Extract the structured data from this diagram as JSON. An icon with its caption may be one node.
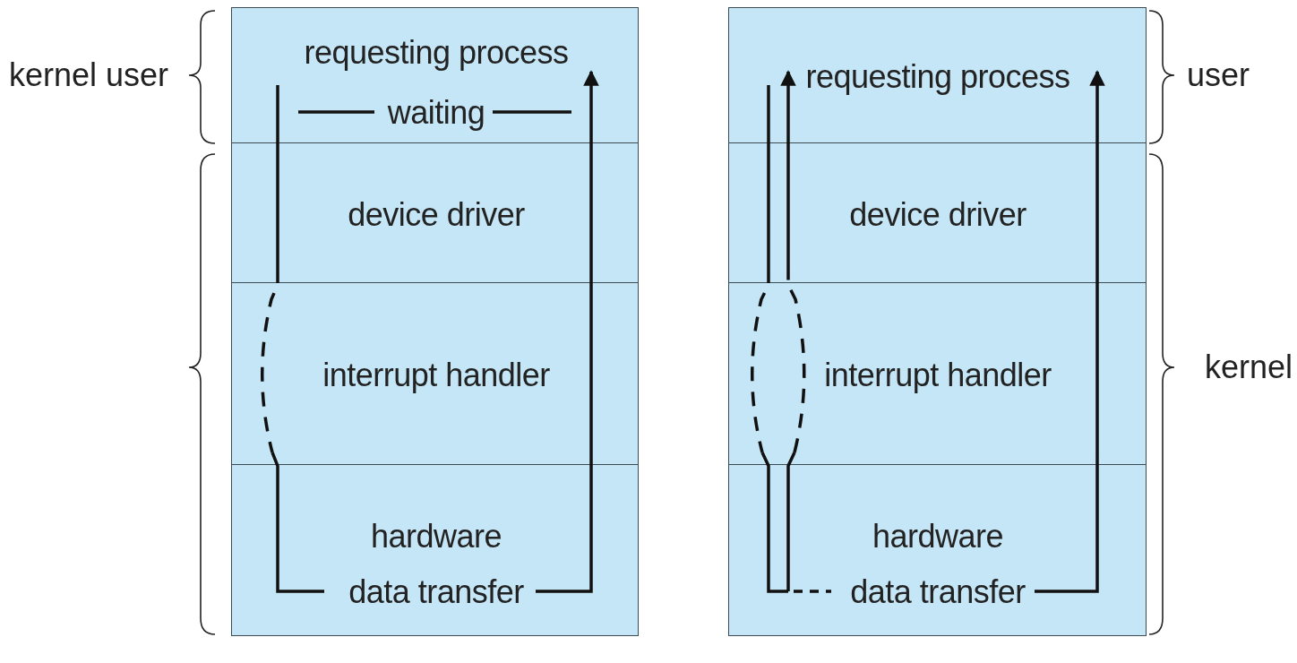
{
  "diagram": {
    "nodes": [
      {
        "text": [
          "requesting process",
          "waiting"
        ]
      },
      {
        "text": [
          "device driver"
        ]
      },
      {
        "text": [
          "interrupt handler"
        ]
      },
      {
        "text": [
          "hardware",
          "data transfer"
        ]
      },
      {
        "text": [
          "requesting process"
        ]
      },
      {
        "text": [
          "device driver"
        ]
      },
      {
        "text": [
          "interrupt handler"
        ]
      },
      {
        "text": [
          "hardware",
          "data transfer"
        ]
      }
    ],
    "edges": [
      {
        "from": 0,
        "to": 1,
        "arrow": "none"
      },
      {
        "from": 1,
        "to": 2,
        "arrow": "none",
        "style": "dashed"
      },
      {
        "from": 2,
        "to": 3,
        "arrow": "none"
      },
      {
        "from": 3,
        "to": 2,
        "arrow": "none"
      },
      {
        "from": 2,
        "to": 1,
        "arrow": "none"
      },
      {
        "from": 1,
        "to": 0,
        "arrow": "to"
      },
      {
        "from": 4,
        "to": 5,
        "arrow": "none"
      },
      {
        "from": 5,
        "to": 6,
        "arrow": "none",
        "style": "dashed"
      },
      {
        "from": 6,
        "to": 7,
        "arrow": "none"
      },
      {
        "from": 7,
        "to": 6,
        "arrow": "none"
      },
      {
        "from": 6,
        "to": 5,
        "arrow": "none",
        "style": "dashed"
      },
      {
        "from": 5,
        "to": 4,
        "arrow": "to"
      },
      {
        "from": 7,
        "to": 6,
        "arrow": "none"
      },
      {
        "from": 6,
        "to": 5,
        "arrow": "none"
      },
      {
        "from": 5,
        "to": 4,
        "arrow": "to"
      }
    ],
    "labels": [
      "kernel user",
      "user",
      "kernel"
    ]
  }
}
